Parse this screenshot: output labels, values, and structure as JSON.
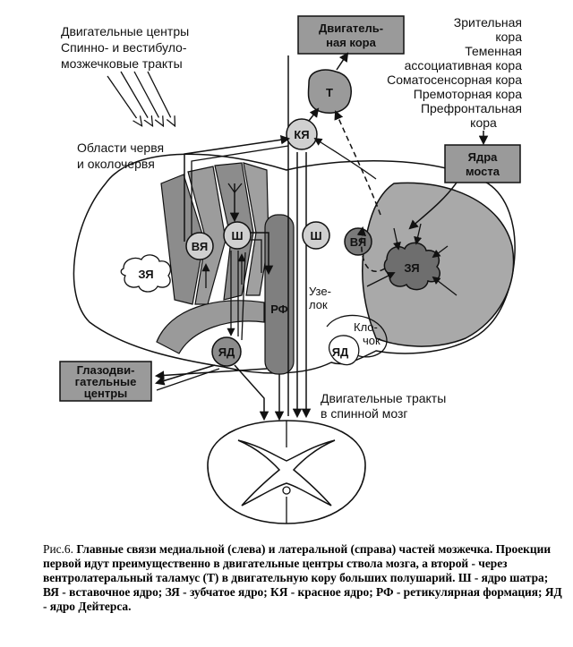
{
  "labels": {
    "motor_centers_1": "Двигательные центры",
    "motor_centers_2": "Спинно- и  вестибуло-",
    "motor_centers_3": "мозжечковые тракты",
    "vermis_1": "Области червя",
    "vermis_2": "и околочервя",
    "motor_cortex_1": "Двигатель-",
    "motor_cortex_2": "ная кора",
    "cortex_list": [
      "Зрительная",
      "кора",
      "Теменная",
      "ассоциативная кора",
      "Соматосенсорная кора",
      "Премоторная кора",
      "Префронтальная",
      "кора"
    ],
    "pons_1": "Ядра",
    "pons_2": "моста",
    "oculomotor_1": "Глазодви-",
    "oculomotor_2": "гательные",
    "oculomotor_3": "центры",
    "motor_tracts_1": "Двигательные тракты",
    "motor_tracts_2": "в спинной мозг",
    "nodulus_1": "Узе-",
    "nodulus_2": "лок",
    "flocculus_1": "Кло-",
    "flocculus_2": "чок"
  },
  "nodes": {
    "t": "Т",
    "kya": "КЯ",
    "sh_left": "Ш",
    "vya_left": "ВЯ",
    "zya_left": "ЗЯ",
    "rf": "РФ",
    "yad_left": "ЯД",
    "sh_right": "Ш",
    "vya_right": "ВЯ",
    "zya_right": "ЗЯ",
    "yad_right": "ЯД"
  },
  "caption": {
    "prefix": "Рис.6.",
    "text": "Главные связи медиальной (слева) и латеральной (справа) частей мозжечка. Проекции первой идут преимущественно в двигательные центры ствола мозга, а второй - через вентролатеральный таламус (Т) в двигательную кору больших полушарий. Ш - ядро шатра; ВЯ - вставочное ядро; ЗЯ - зубчатое ядро; КЯ - красное ядро; РФ - ретикулярная формация; ЯД - ядро Дейтерса."
  },
  "colors": {
    "dark_gray": "#7a7a7a",
    "mid_gray": "#a9a9a9",
    "light_gray": "#cfcfcf",
    "ink": "#111111"
  }
}
